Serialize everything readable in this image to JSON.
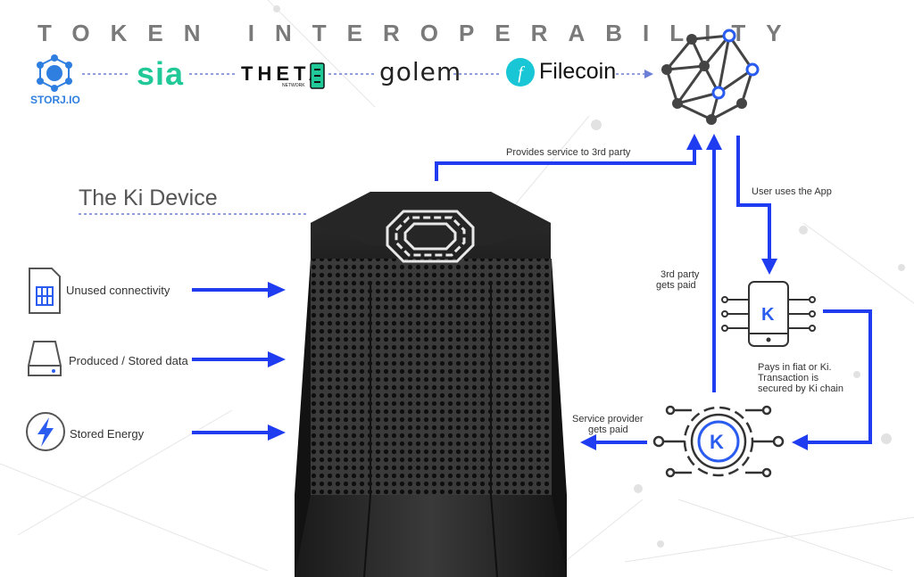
{
  "header": {
    "title": "TOKEN INTEROPERABILITY"
  },
  "logos": {
    "storj": "STORJ.IO",
    "sia": "sia",
    "theta": "THETA",
    "theta_sub": "NETWORK",
    "golem": "golem",
    "filecoin": "Filecoin"
  },
  "device": {
    "title": "The Ki Device"
  },
  "inputs": [
    {
      "label": "Unused connectivity",
      "icon": "sim-card-icon"
    },
    {
      "label": "Produced / Stored data",
      "icon": "hard-drive-icon"
    },
    {
      "label": "Stored Energy",
      "icon": "lightning-icon"
    }
  ],
  "flow": {
    "provides_service": "Provides service to 3rd party",
    "user_uses_app": "User uses the App",
    "third_party_paid": [
      "3rd party",
      "gets paid"
    ],
    "pays_in": [
      "Pays in fiat or Ki.",
      "Transaction is",
      "secured by Ki chain"
    ],
    "provider_paid": [
      "Service provider",
      "gets paid"
    ]
  },
  "ki_mark": "K",
  "colors": {
    "arrow": "#1f3cf0",
    "accent": "#2a5cf0",
    "device": "#2a2a2a",
    "dotted": "#6b7fd6"
  }
}
